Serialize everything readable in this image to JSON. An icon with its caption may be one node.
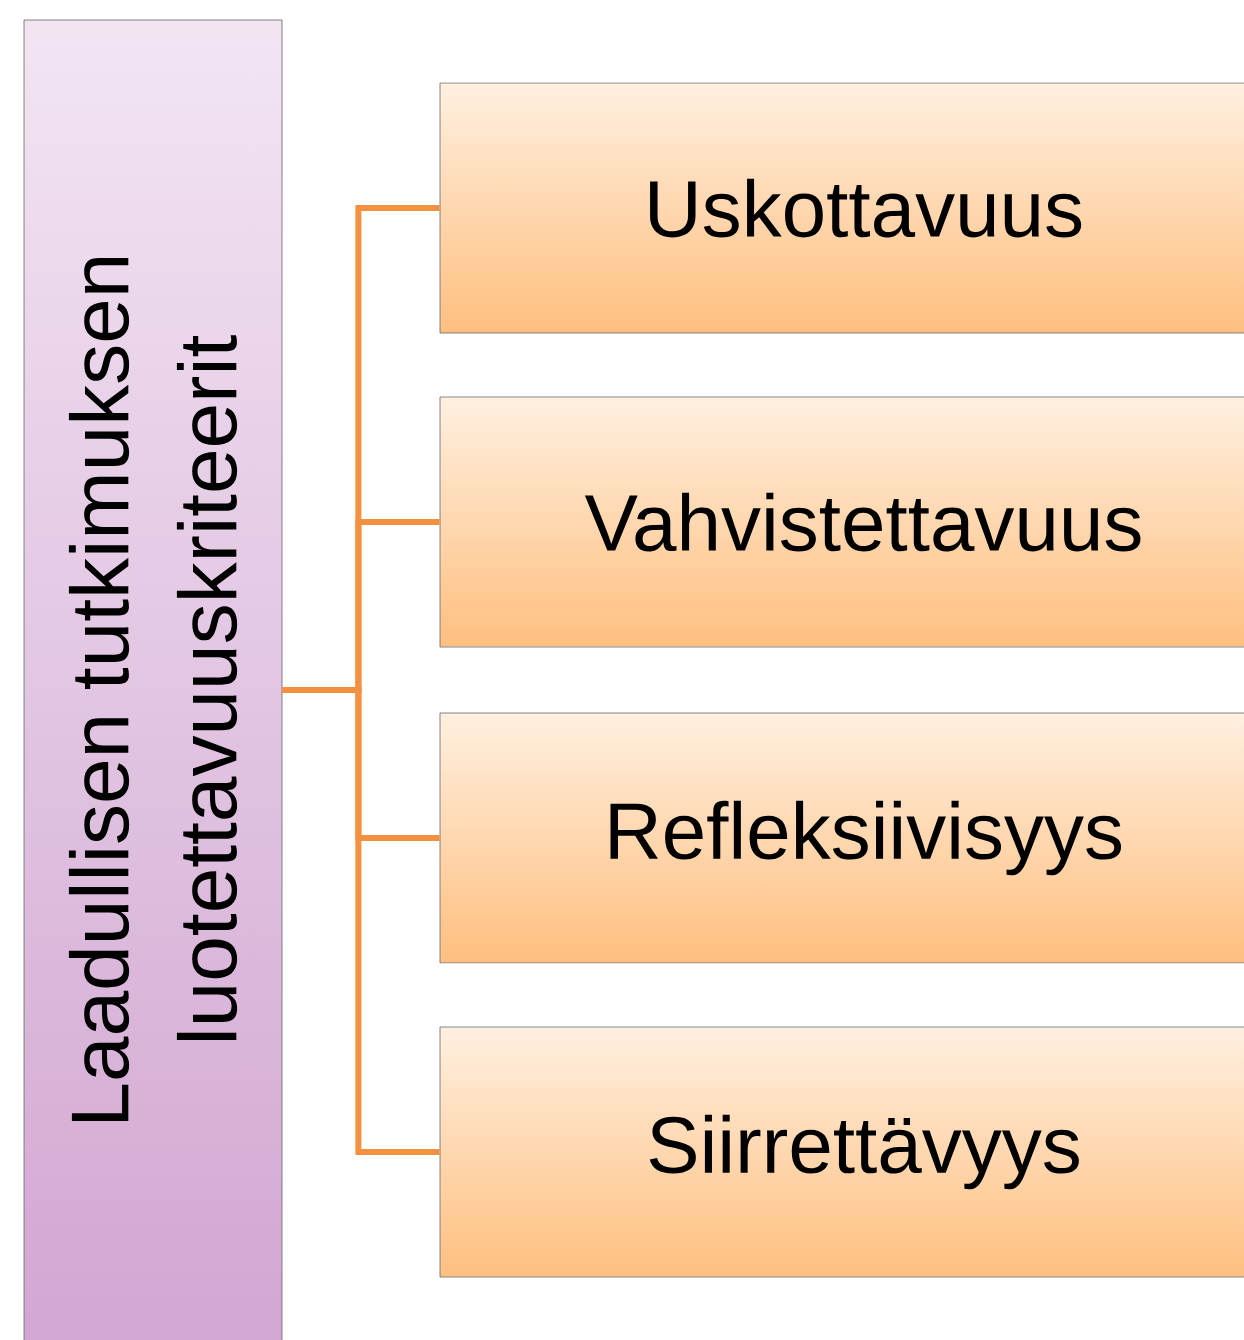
{
  "diagram": {
    "nodes": [
      {
        "text": [
          "Laadullisen tutkimuksen luotettavuuskriteerit"
        ]
      },
      {
        "text": [
          "Uskottavuus"
        ]
      },
      {
        "text": [
          "Vahvistettavuus"
        ]
      },
      {
        "text": [
          "Refleksiivisyys"
        ]
      },
      {
        "text": [
          "Siirrettävyys"
        ]
      }
    ],
    "edges": [
      {
        "from": 0,
        "to": 1,
        "arrow": "none"
      },
      {
        "from": 0,
        "to": 2,
        "arrow": "none"
      },
      {
        "from": 0,
        "to": 3,
        "arrow": "none"
      },
      {
        "from": 0,
        "to": 4,
        "arrow": "none"
      }
    ]
  }
}
